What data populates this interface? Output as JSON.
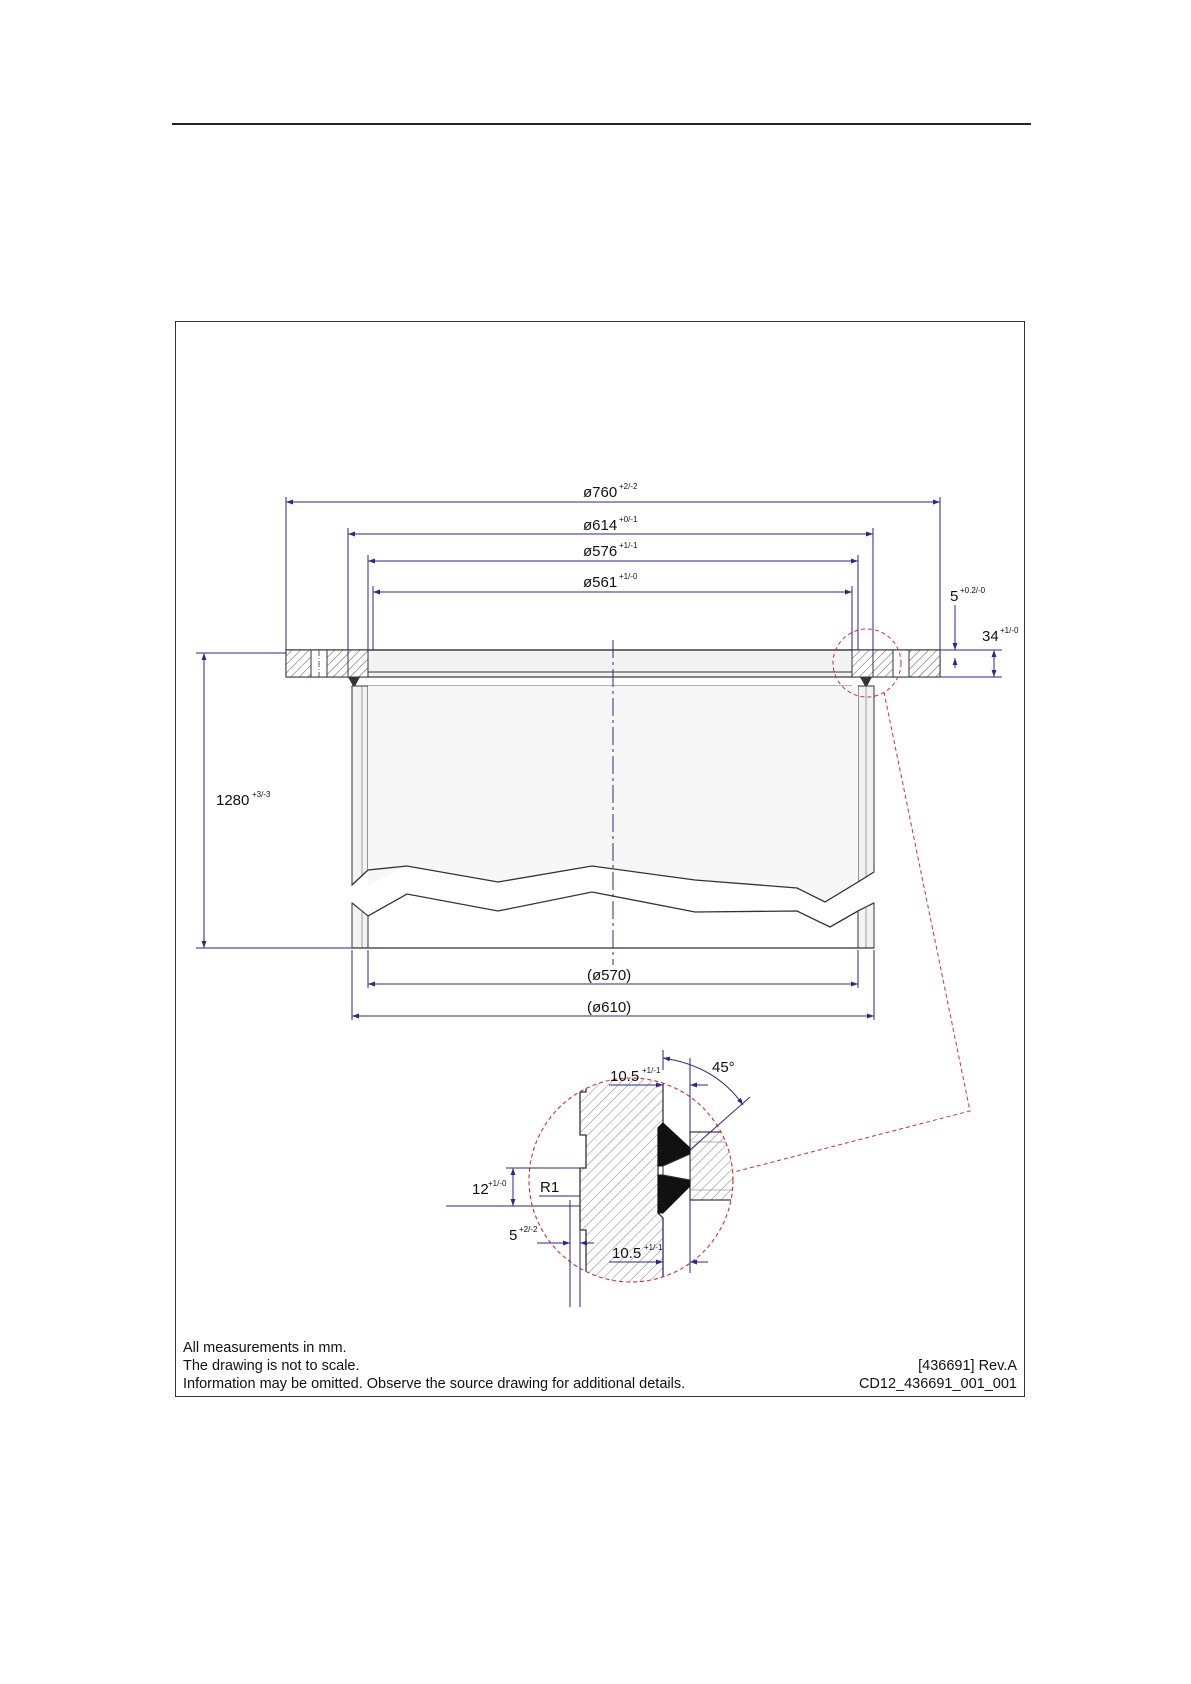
{
  "drawing": {
    "dimensions": {
      "d760": {
        "main": "ø760",
        "tol": "+2/-2"
      },
      "d614": {
        "main": "ø614",
        "tol": "+0/-1"
      },
      "d576": {
        "main": "ø576",
        "tol": "+1/-1"
      },
      "d561": {
        "main": "ø561",
        "tol": "+1/-0"
      },
      "flange_step": {
        "main": "5",
        "tol": "+0.2/-0"
      },
      "flange_thickness": {
        "main": "34",
        "tol": "+1/-0"
      },
      "height": {
        "main": "1280",
        "tol": "+3/-3"
      },
      "d570": {
        "main": "(ø570)"
      },
      "d610": {
        "main": "(ø610)"
      }
    },
    "detail": {
      "weld_top": {
        "main": "10.5",
        "tol": "+1/-1"
      },
      "weld_bottom": {
        "main": "10.5",
        "tol": "+1/-1"
      },
      "angle": {
        "main": "45°"
      },
      "recess_depth": {
        "main": "12",
        "tol": "+1/-0"
      },
      "radius": {
        "main": "R1"
      },
      "recess_width": {
        "main": "5",
        "tol": "+2/-2"
      }
    },
    "colors": {
      "dimension_line": "#2a2a8a",
      "detail_circle": "#d03030",
      "body_fill": "#f3f3f3",
      "outline": "#333333"
    }
  },
  "notes": {
    "line1": "All measurements in mm.",
    "line2": "The drawing is not to scale.",
    "line3": "Information may be omitted. Observe the source drawing for additional details."
  },
  "reference": {
    "line1": "[436691] Rev.A",
    "line2": "CD12_436691_001_001"
  }
}
